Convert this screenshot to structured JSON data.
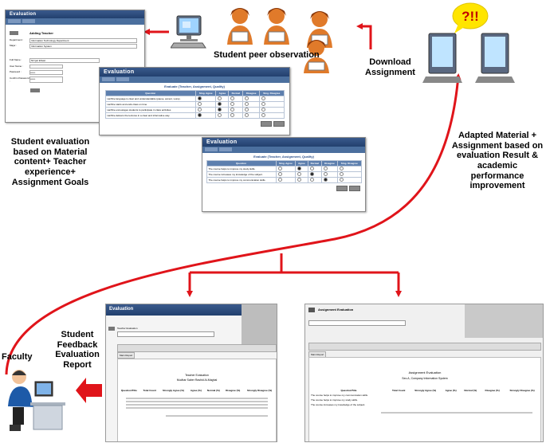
{
  "diagram": {
    "labels": {
      "peer_observation": "Student peer observation",
      "download": [
        "Download",
        "Assignment"
      ],
      "student_evaluation": [
        "Student evaluation",
        "based on Material",
        "content+ Teacher",
        "experience+",
        "Assignment Goals"
      ],
      "adapted": [
        "Adapted Material +",
        "Assignment based on",
        "evaluation Result &",
        "academic performance",
        "improvement"
      ],
      "faculty": "Faculty",
      "feedback": [
        "Student",
        "Feedback",
        "Evaluation",
        "Report"
      ],
      "alert": "?!!"
    },
    "windows": {
      "teacher_form": {
        "title": "Evaluation",
        "section": "Adding Teacher",
        "fields": [
          {
            "label": "Department :",
            "value": "Information Technology Department"
          },
          {
            "label": "Major :",
            "value": "Information System"
          },
          {
            "label": "Full Name :",
            "value": "Mr Ijaz Ehsan"
          },
          {
            "label": "User Name :",
            "value": ""
          },
          {
            "label": "Password :",
            "value": "••••••"
          },
          {
            "label": "Confirm Password :",
            "value": "••••••"
          }
        ]
      },
      "teacher_eval": {
        "title": "Evaluation",
        "subtitle": "Evaluate (Teacher, Assignment, Quality)",
        "columns": [
          "Question",
          "Stng. Agree",
          "Agree",
          "Normal",
          "Disagree",
          "Stng. Disagree"
        ],
        "rows": [
          "He/She language is clear and understandable (pause, accent, voice).",
          "He/She starts and ends class on time.",
          "He/She encourages students to participate in class activities",
          "He/She delivers the lectures in a clear and informative way."
        ]
      },
      "assignment_eval": {
        "title": "Evaluation",
        "subtitle": "Evaluate (Teacher, Assignment, Quality)",
        "columns": [
          "Question",
          "Stng. Agree",
          "Agree",
          "Normal",
          "Disagree",
          "Stng. Disagree"
        ],
        "rows": [
          "The course helps to improve my study skills.",
          "The course increases my knowledge of the subject.",
          "The course helps to improve my communication skills."
        ]
      },
      "teacher_report": {
        "title": "Evaluation",
        "heading": "Teacher Evaluation",
        "name": "Mudhar Saber Rashid Al-Maghal",
        "columns": [
          "Question/Title",
          "Total Count",
          "Strongly Agree (%)",
          "Agree (%)",
          "Normal (%)",
          "Disagree (%)",
          "Strongly Disagree (%)"
        ],
        "tab": "Main Report"
      },
      "assignment_report": {
        "heading": "Assignment Evaluation",
        "name": "Sec.A, Company Information System",
        "columns": [
          "Question/Title",
          "Total Count",
          "Strongly Agree (%)",
          "Agree (%)",
          "Normal (%)",
          "Disagree (%)",
          "Strongly Disagree (%)"
        ],
        "tab": "Main Report",
        "rows": [
          "The course helps to improve my communication skills.",
          "The course helps to improve my study skills.",
          "The course increases my knowledge of the subject."
        ]
      }
    },
    "colors": {
      "arrow": "#e0141a",
      "header": "#2c4a7a",
      "person": "#e07a2a"
    }
  }
}
